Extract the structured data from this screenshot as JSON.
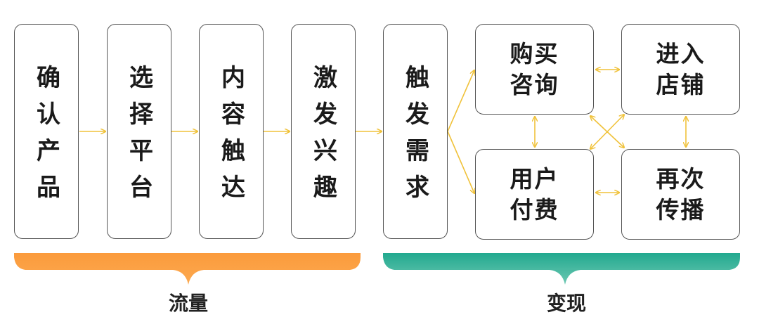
{
  "flow_steps": [
    "确认产品",
    "选择平台",
    "内容触达",
    "激发兴趣",
    "触发需求"
  ],
  "conversion_nodes": {
    "purchase_consult": "购买咨询",
    "enter_store": "进入店铺",
    "user_payment": "用户付费",
    "re_share": "再次传播"
  },
  "groups": {
    "traffic": "流量",
    "monetization": "变现"
  },
  "colors": {
    "arrow": "#f0c23a",
    "traffic": "#fb9a3a",
    "monetization": "#2aae94",
    "border": "#555555"
  }
}
